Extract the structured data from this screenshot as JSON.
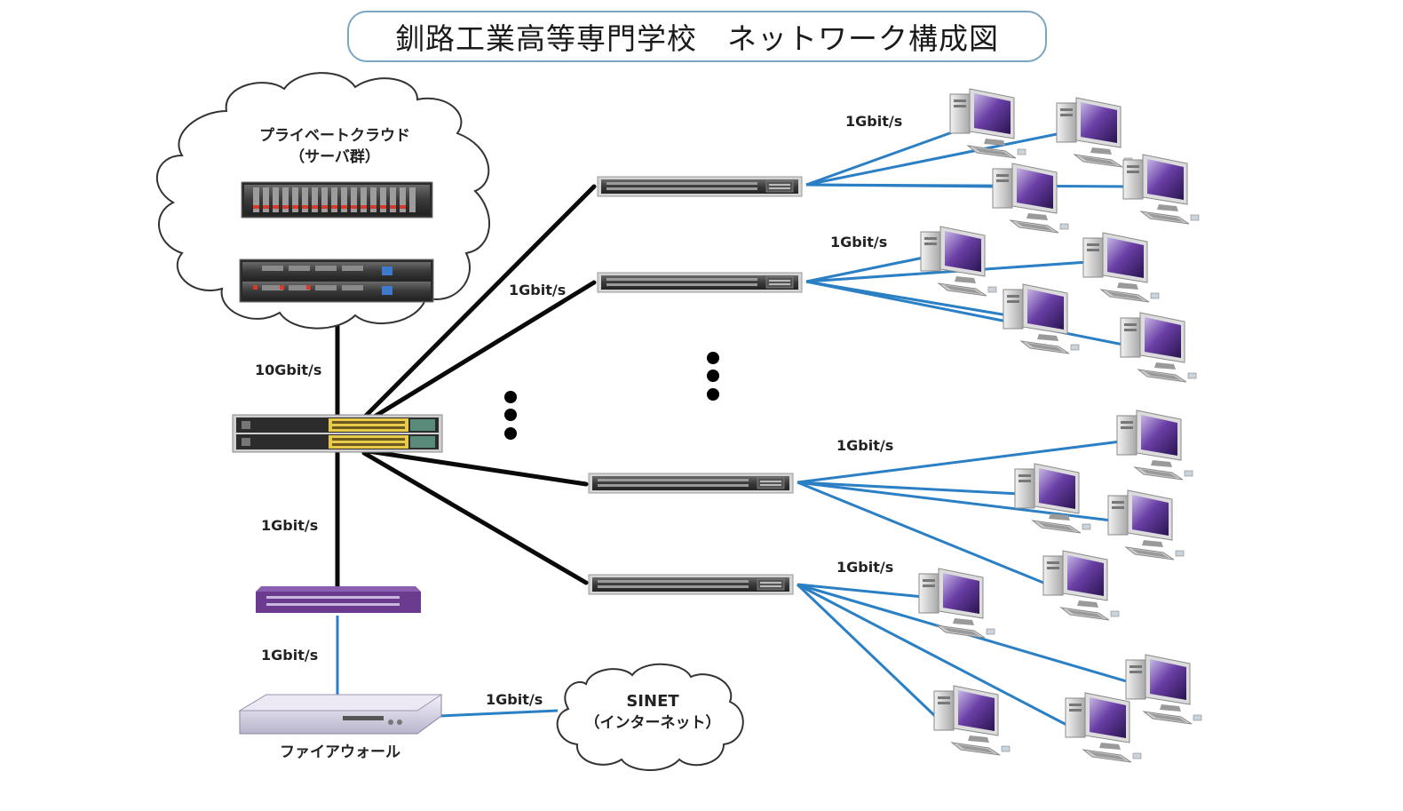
{
  "title": "釧路工業高等専門学校　ネットワーク構成図",
  "cloud_label": "プライベートクラウド",
  "cloud_sub": "（サーバ群）",
  "firewall_label": "ファイアウォール",
  "sinet_label": "SINET",
  "sinet_sub": "（インターネット）",
  "speeds": {
    "core_uplink": "10Gbit/s",
    "core_to_edge": "1Gbit/s",
    "edge_to_fw": "1Gbit/s",
    "fw_to_sinet": "1Gbit/s",
    "sw1_pcs": "1Gbit/s",
    "sw2_pcs": "1Gbit/s",
    "sw3_pcs": "1Gbit/s",
    "sw4_pcs": "1Gbit/s",
    "core_to_sw2": "1Gbit/s"
  },
  "colors": {
    "black_link": "#0a0a0a",
    "blue_link": "#2b7fc4",
    "orange_link": "#f08a3a",
    "purple_device": "#6a3b8f",
    "title_border": "#7aa6c2"
  }
}
